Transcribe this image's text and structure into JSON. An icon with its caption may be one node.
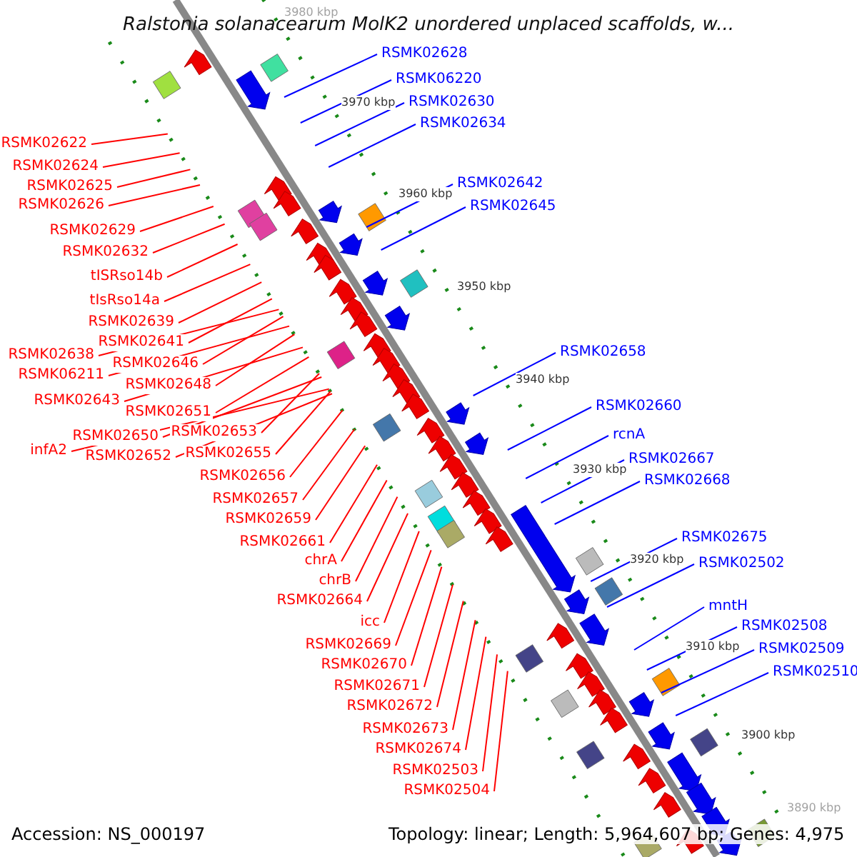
{
  "diagram": {
    "title": "Ralstonia solanacearum MolK2 unordered unplaced scaffolds, w...",
    "nodes": [
      {
        "text": [
          "RSMK02622"
        ]
      },
      {
        "text": [
          "RSMK02624"
        ]
      },
      {
        "text": [
          "RSMK02625"
        ]
      },
      {
        "text": [
          "RSMK02626"
        ]
      },
      {
        "text": [
          "RSMK02629"
        ]
      },
      {
        "text": [
          "RSMK02632"
        ]
      },
      {
        "text": [
          "tISRso14b"
        ]
      },
      {
        "text": [
          "tIsRso14a"
        ]
      },
      {
        "text": [
          "RSMK02639"
        ]
      },
      {
        "text": [
          "RSMK02641"
        ]
      },
      {
        "text": [
          "RSMK02638"
        ]
      },
      {
        "text": [
          "RSMK02646"
        ]
      },
      {
        "text": [
          "RSMK06211"
        ]
      },
      {
        "text": [
          "RSMK02648"
        ]
      },
      {
        "text": [
          "RSMK02643"
        ]
      },
      {
        "text": [
          "RSMK02651"
        ]
      },
      {
        "text": [
          "RSMK02653"
        ]
      },
      {
        "text": [
          "RSMK02650"
        ]
      },
      {
        "text": [
          "infA2"
        ]
      },
      {
        "text": [
          "RSMK02655"
        ]
      },
      {
        "text": [
          "RSMK02652"
        ]
      },
      {
        "text": [
          "RSMK02656"
        ]
      },
      {
        "text": [
          "RSMK02657"
        ]
      },
      {
        "text": [
          "RSMK02659"
        ]
      },
      {
        "text": [
          "RSMK02661"
        ]
      },
      {
        "text": [
          "chrA"
        ]
      },
      {
        "text": [
          "chrB"
        ]
      },
      {
        "text": [
          "RSMK02664"
        ]
      },
      {
        "text": [
          "icc"
        ]
      },
      {
        "text": [
          "RSMK02669"
        ]
      },
      {
        "text": [
          "RSMK02670"
        ]
      },
      {
        "text": [
          "RSMK02671"
        ]
      },
      {
        "text": [
          "RSMK02672"
        ]
      },
      {
        "text": [
          "RSMK02673"
        ]
      },
      {
        "text": [
          "RSMK02674"
        ]
      },
      {
        "text": [
          "RSMK02503"
        ]
      },
      {
        "text": [
          "RSMK02504"
        ]
      },
      {
        "text": [
          "RSMK02628"
        ]
      },
      {
        "text": [
          "RSMK06220"
        ]
      },
      {
        "text": [
          "RSMK02630"
        ]
      },
      {
        "text": [
          "RSMK02634"
        ]
      },
      {
        "text": [
          "RSMK02642"
        ]
      },
      {
        "text": [
          "RSMK02645"
        ]
      },
      {
        "text": [
          "RSMK02658"
        ]
      },
      {
        "text": [
          "RSMK02660"
        ]
      },
      {
        "text": [
          "rcnA"
        ]
      },
      {
        "text": [
          "RSMK02667"
        ]
      },
      {
        "text": [
          "RSMK02668"
        ]
      },
      {
        "text": [
          "RSMK02675"
        ]
      },
      {
        "text": [
          "RSMK02502"
        ]
      },
      {
        "text": [
          "mntH"
        ]
      },
      {
        "text": [
          "RSMK02508"
        ]
      },
      {
        "text": [
          "RSMK02509"
        ]
      },
      {
        "text": [
          "RSMK02510"
        ]
      }
    ],
    "edges": [
      {
        "from": 0,
        "to": null,
        "arrow": "none"
      },
      {
        "from": 1,
        "to": null,
        "arrow": "none"
      },
      {
        "from": 2,
        "to": null,
        "arrow": "none"
      },
      {
        "from": 3,
        "to": null,
        "arrow": "none"
      },
      {
        "from": 4,
        "to": null,
        "arrow": "none"
      },
      {
        "from": 5,
        "to": null,
        "arrow": "none"
      },
      {
        "from": 6,
        "to": null,
        "arrow": "none"
      },
      {
        "from": 7,
        "to": null,
        "arrow": "none"
      },
      {
        "from": 8,
        "to": null,
        "arrow": "none"
      },
      {
        "from": 9,
        "to": null,
        "arrow": "none"
      },
      {
        "from": 10,
        "to": null,
        "arrow": "none"
      },
      {
        "from": 11,
        "to": null,
        "arrow": "none"
      },
      {
        "from": 12,
        "to": null,
        "arrow": "none"
      },
      {
        "from": 13,
        "to": null,
        "arrow": "none"
      },
      {
        "from": 14,
        "to": null,
        "arrow": "none"
      },
      {
        "from": 15,
        "to": null,
        "arrow": "none"
      },
      {
        "from": 16,
        "to": null,
        "arrow": "none"
      },
      {
        "from": 17,
        "to": null,
        "arrow": "none"
      },
      {
        "from": 18,
        "to": null,
        "arrow": "none"
      },
      {
        "from": 19,
        "to": null,
        "arrow": "none"
      },
      {
        "from": 20,
        "to": null,
        "arrow": "none"
      },
      {
        "from": 21,
        "to": null,
        "arrow": "none"
      },
      {
        "from": 22,
        "to": null,
        "arrow": "none"
      },
      {
        "from": 23,
        "to": null,
        "arrow": "none"
      },
      {
        "from": 24,
        "to": null,
        "arrow": "none"
      },
      {
        "from": 25,
        "to": null,
        "arrow": "none"
      },
      {
        "from": 26,
        "to": null,
        "arrow": "none"
      },
      {
        "from": 27,
        "to": null,
        "arrow": "none"
      },
      {
        "from": 28,
        "to": null,
        "arrow": "none"
      },
      {
        "from": 29,
        "to": null,
        "arrow": "none"
      },
      {
        "from": 30,
        "to": null,
        "arrow": "none"
      },
      {
        "from": 31,
        "to": null,
        "arrow": "none"
      },
      {
        "from": 32,
        "to": null,
        "arrow": "none"
      },
      {
        "from": 33,
        "to": null,
        "arrow": "none"
      },
      {
        "from": 34,
        "to": null,
        "arrow": "none"
      },
      {
        "from": 35,
        "to": null,
        "arrow": "none"
      },
      {
        "from": 36,
        "to": null,
        "arrow": "none"
      },
      {
        "from": 37,
        "to": null,
        "arrow": "none",
        "color": "#0000ff"
      },
      {
        "from": 38,
        "to": null,
        "arrow": "none",
        "color": "#0000ff"
      },
      {
        "from": 39,
        "to": null,
        "arrow": "none",
        "color": "#0000ff"
      },
      {
        "from": 40,
        "to": null,
        "arrow": "none",
        "color": "#0000ff"
      },
      {
        "from": 41,
        "to": null,
        "arrow": "none",
        "color": "#0000ff"
      },
      {
        "from": 42,
        "to": null,
        "arrow": "none",
        "color": "#0000ff"
      },
      {
        "from": 43,
        "to": null,
        "arrow": "none",
        "color": "#0000ff"
      },
      {
        "from": 44,
        "to": null,
        "arrow": "none",
        "color": "#0000ff"
      },
      {
        "from": 45,
        "to": null,
        "arrow": "none",
        "color": "#0000ff"
      },
      {
        "from": 46,
        "to": null,
        "arrow": "none",
        "color": "#0000ff"
      },
      {
        "from": 47,
        "to": null,
        "arrow": "none",
        "color": "#0000ff"
      },
      {
        "from": 48,
        "to": null,
        "arrow": "none",
        "color": "#0000ff"
      },
      {
        "from": 49,
        "to": null,
        "arrow": "none",
        "color": "#0000ff"
      },
      {
        "from": 50,
        "to": null,
        "arrow": "none",
        "color": "#0000ff"
      },
      {
        "from": 51,
        "to": null,
        "arrow": "none",
        "color": "#0000ff"
      },
      {
        "from": 52,
        "to": null,
        "arrow": "none",
        "color": "#0000ff"
      },
      {
        "from": 53,
        "to": null,
        "arrow": "none",
        "color": "#0000ff"
      }
    ],
    "labels": [
      "3980 kbp",
      "3970 kbp",
      "3960 kbp",
      "3950 kbp",
      "3940 kbp",
      "3930 kbp",
      "3920 kbp",
      "3910 kbp",
      "3900 kbp",
      "3890 kbp",
      "Accession: NS_000197",
      "Topology: linear; Length: 5,964,607 bp; Genes: 4,975"
    ]
  }
}
